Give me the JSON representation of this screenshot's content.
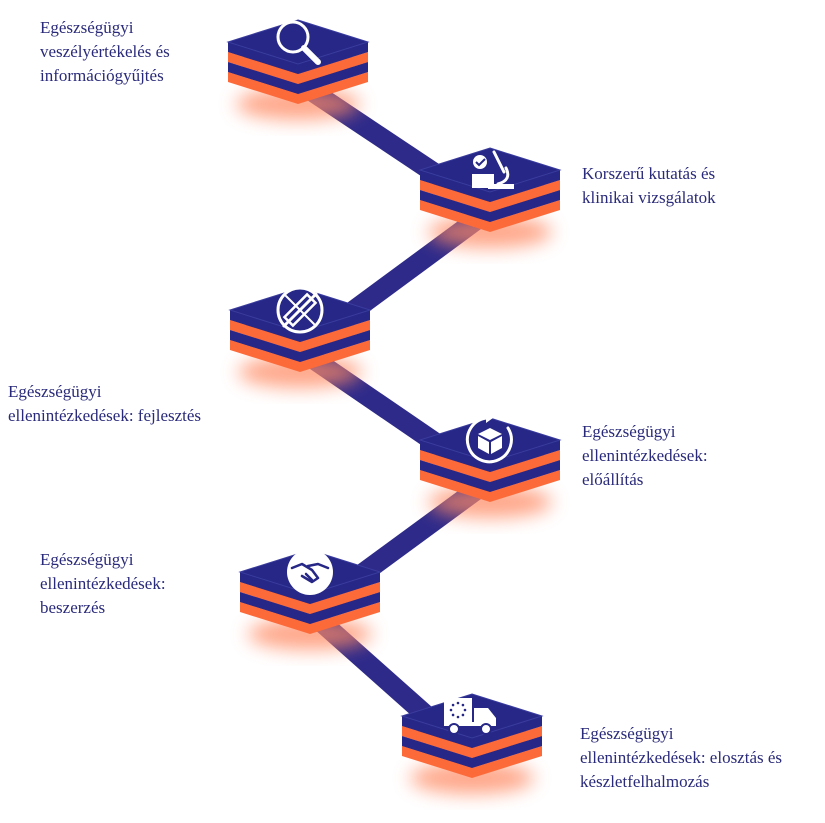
{
  "colors": {
    "navy": "#262786",
    "orange": "#fd6a3a",
    "glow": "#ff8a63",
    "connector": "#2e2a8a",
    "text": "#2a2a7a"
  },
  "steps": [
    {
      "icon": "magnifier-icon",
      "label_lines": [
        "Egészségügyi",
        "veszélyértékelés és",
        "információgyűjtés"
      ]
    },
    {
      "icon": "microscope-icon",
      "label_lines": [
        "Korszerű kutatás és",
        "klinikai vizsgálatok"
      ]
    },
    {
      "icon": "syringe-icon",
      "label_lines": [
        "Egészségügyi",
        "ellenintézkedések: fejlesztés"
      ]
    },
    {
      "icon": "box-cycle-icon",
      "label_lines": [
        "Egészségügyi",
        "ellenintézkedések:",
        "előállítás"
      ]
    },
    {
      "icon": "handshake-icon",
      "label_lines": [
        "Egészségügyi",
        "ellenintézkedések:",
        "beszerzés"
      ]
    },
    {
      "icon": "truck-icon",
      "label_lines": [
        "Egészségügyi",
        "ellenintézkedések: elosztás és",
        "készletfelhalmozás"
      ]
    }
  ]
}
